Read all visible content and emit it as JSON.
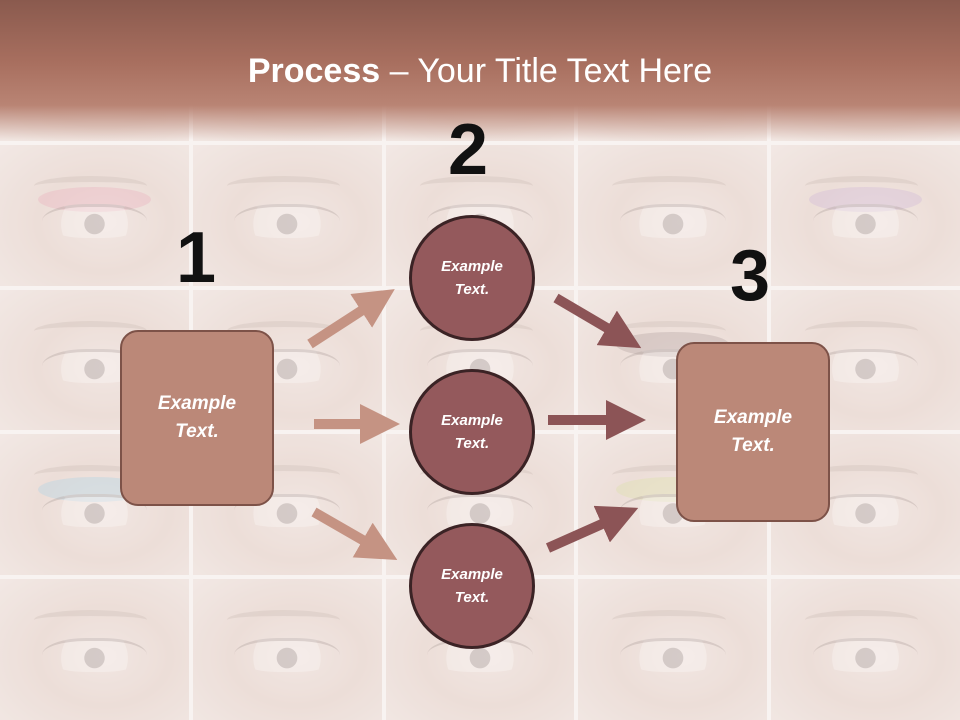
{
  "slide": {
    "title_bold": "Process",
    "title_rest": " – Your Title Text Here",
    "steps": [
      {
        "number": "1",
        "text": "Example\nText."
      },
      {
        "number": "2",
        "text": "Example\nText."
      },
      {
        "number": "3",
        "text": "Example\nText."
      }
    ],
    "circles": [
      {
        "text": "Example\nText."
      },
      {
        "text": "Example\nText."
      },
      {
        "text": "Example\nText."
      }
    ]
  },
  "colors": {
    "header": "#a86f5f",
    "box_fill": "#bb8878",
    "circle_fill": "#94595c",
    "arrow_light": "#c59383",
    "arrow_dark": "#8c5456"
  }
}
